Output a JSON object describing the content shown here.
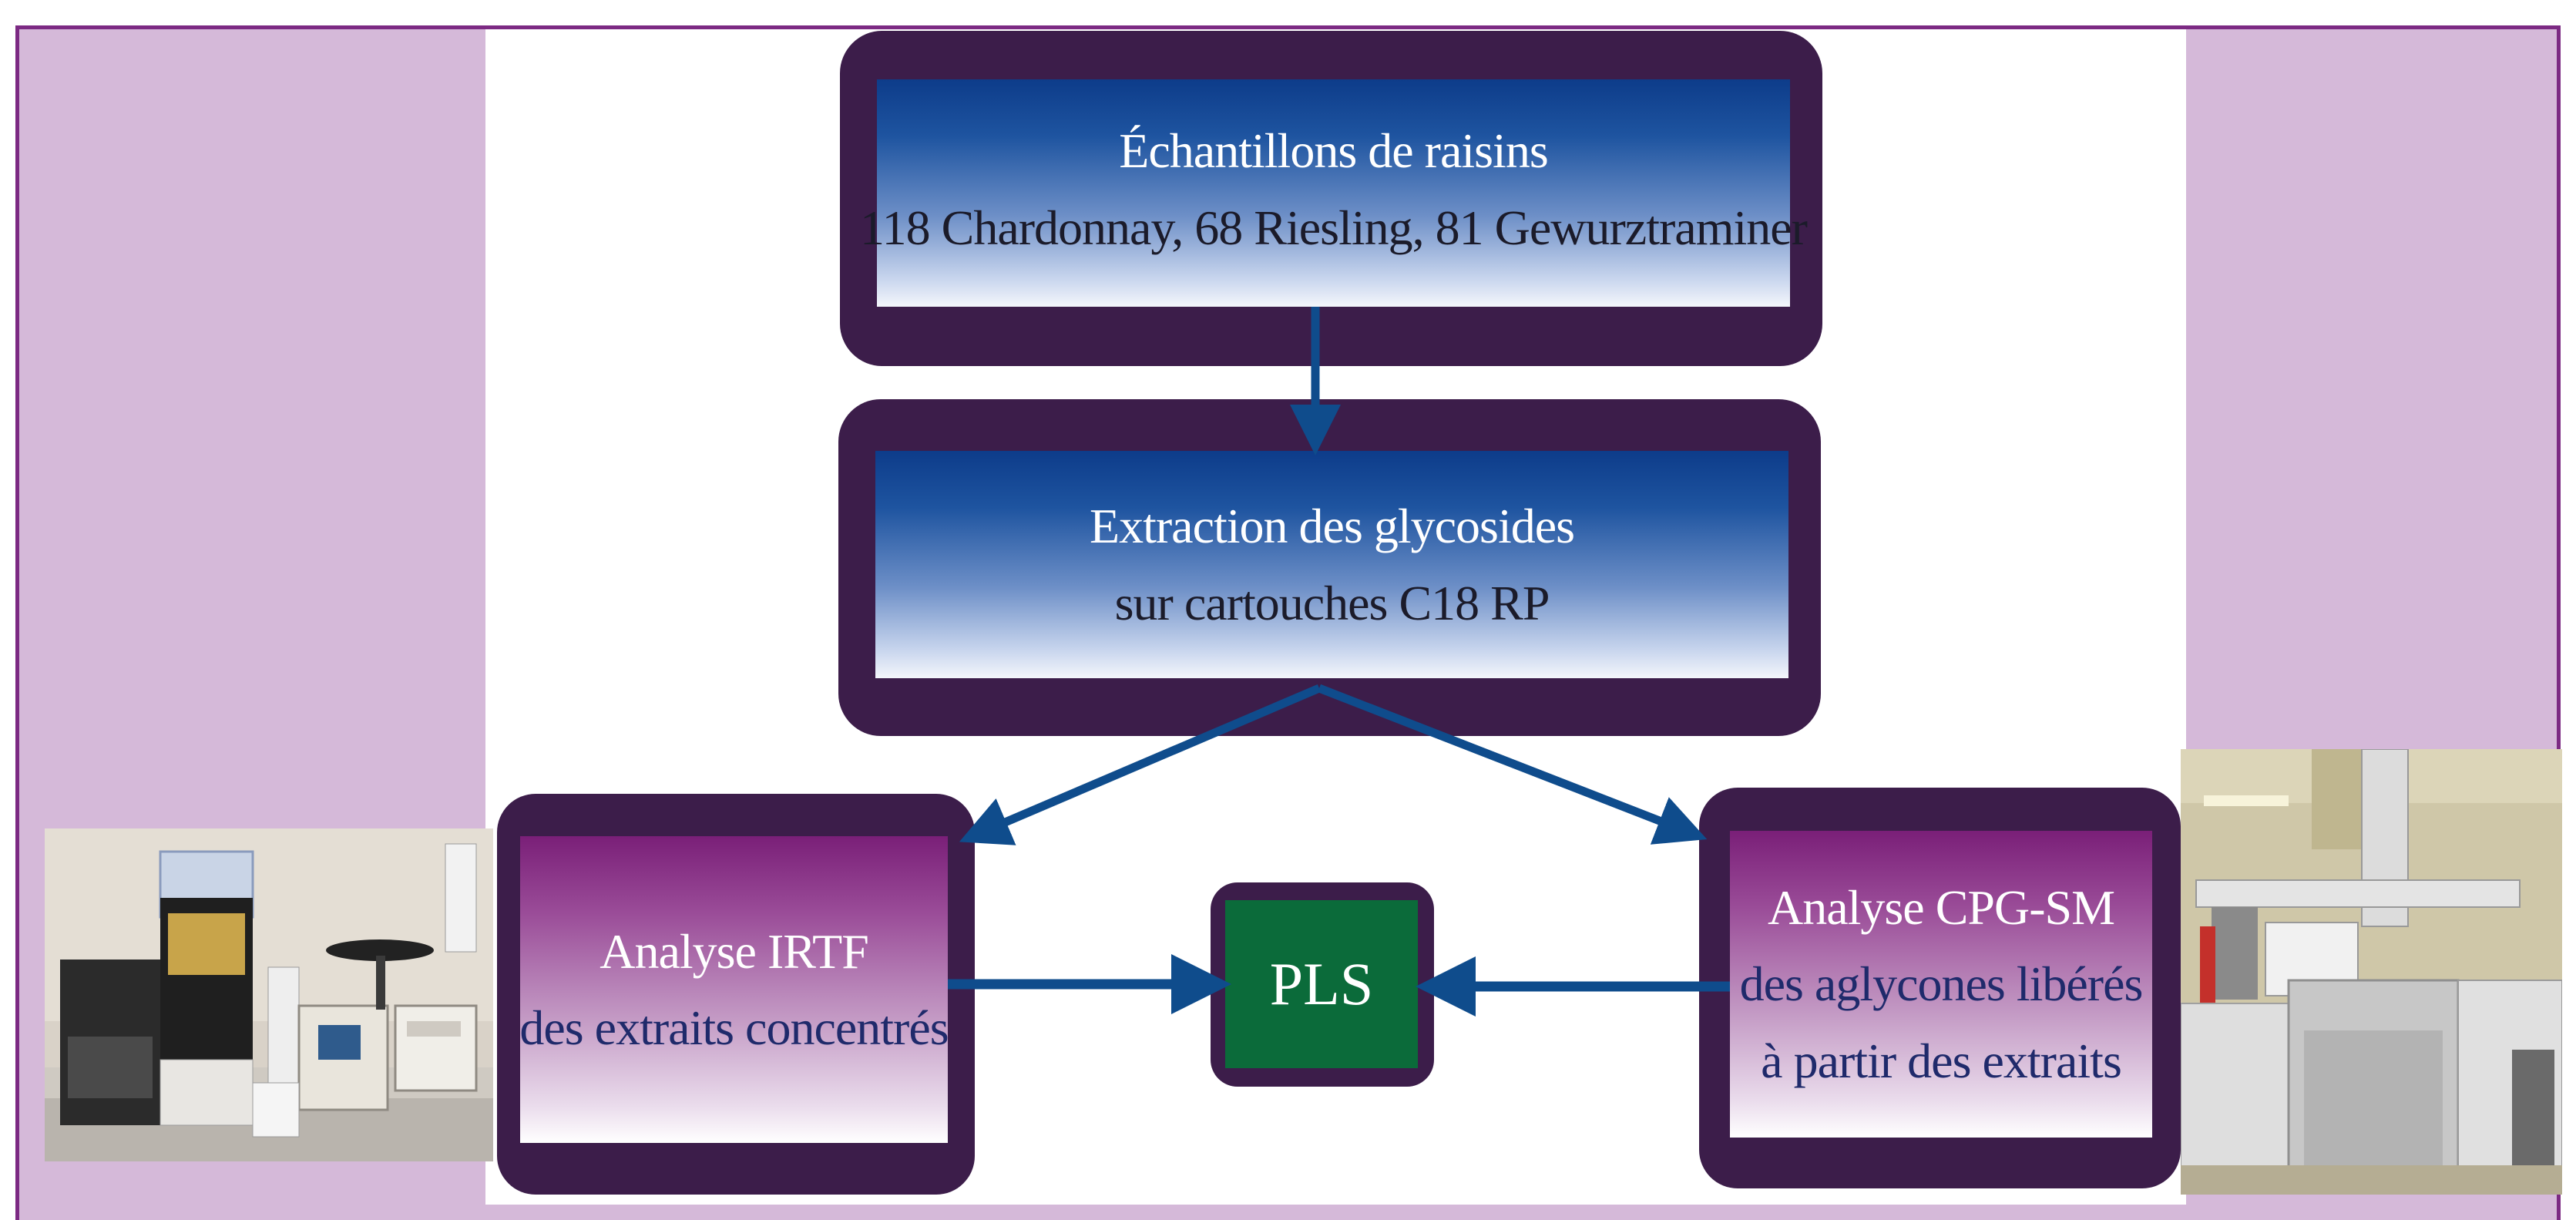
{
  "boxes": {
    "samples": {
      "line1": "Échantillons de raisins",
      "line2": "118 Chardonnay, 68 Riesling, 81 Gewurztraminer"
    },
    "extraction": {
      "line1": "Extraction des glycosides",
      "line2": "sur cartouches C18 RP"
    },
    "irtf": {
      "line1": "Analyse IRTF",
      "line2": "des extraits concentrés"
    },
    "cpg": {
      "line1": "Analyse CPG-SM",
      "line2": "des aglycones libérés",
      "line3": "à partir des extraits"
    },
    "pls": {
      "label": "PLS"
    }
  },
  "colors": {
    "background": "#d5b9d9",
    "frame_border": "#7c2a83",
    "box_border": "#3c1d4a",
    "arrow": "#0f4c8c",
    "pls_fill": "#0b6b3a"
  }
}
